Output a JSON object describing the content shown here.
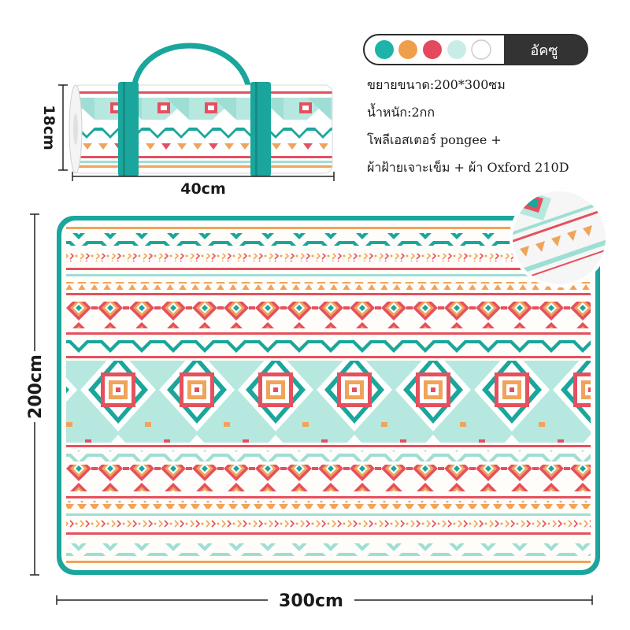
{
  "color_selector": {
    "swatches": [
      {
        "name": "teal",
        "color": "#1db3a8"
      },
      {
        "name": "orange",
        "color": "#ef9f4c"
      },
      {
        "name": "red",
        "color": "#e4495d"
      },
      {
        "name": "mint",
        "color": "#c9ede6"
      },
      {
        "name": "white",
        "color": "#ffffff"
      }
    ],
    "selected_label": "อัคซู"
  },
  "specs": {
    "size": "ขยายขนาด:200*300ซม",
    "weight": "น้ำหนัก:2กก",
    "material_line1": "โพลีเอสเตอร์ pongee +",
    "material_line2": "ผ้าฝ้ายเจาะเข็ม + ผ้า Oxford 210D"
  },
  "dimensions": {
    "rolled_height": "18cm",
    "rolled_width": "40cm",
    "mat_height": "200cm",
    "mat_width": "300cm"
  },
  "colors": {
    "teal": "#1aa69c",
    "mint": "#b6e8df",
    "red": "#e5505e",
    "orange": "#f0a35a",
    "cream": "#fffdf9"
  },
  "icons": {
    "rolled_mat": "rolled-picnic-mat-with-strap",
    "zoom": "fabric-detail-zoom-circle",
    "unrolled_mat": "aztec-pattern-picnic-mat"
  }
}
